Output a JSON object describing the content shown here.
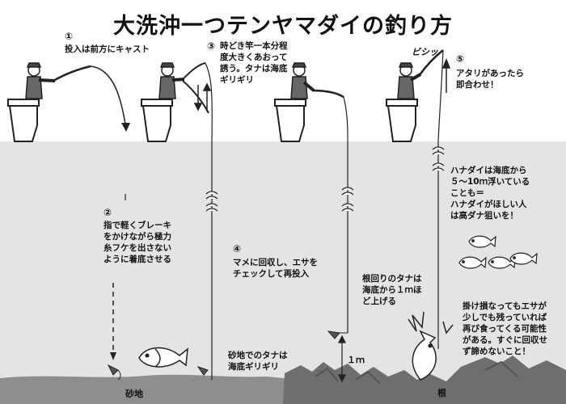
{
  "title": "大洗沖一つテンヤマダイの釣り方",
  "steps": [
    {
      "num": "①",
      "text": "投入は前方にキャスト"
    },
    {
      "num": "②",
      "text": "指で軽くブレーキ\nをかけながら極力\n糸フケを出さない\nように着底させる"
    },
    {
      "num": "③",
      "text": "時どき竿一本分程\n度大きくあおって\n誘う。タナは海底\nギリギリ"
    },
    {
      "num": "④",
      "text": "マメに回収し、エサを\nチェックして再投入"
    },
    {
      "num": "⑤",
      "text": "アタリがあったら\n即合わせ！"
    }
  ],
  "notes": {
    "sand_tana": "砂地でのタナは\n海底ギリギリ",
    "reef_tana": "根回りのタナは\n海底から１ｍほ\nど上げる",
    "hanadai": "ハナダイは海底から\n５～10ｍ浮いている\nことも＝\nハナダイがほしい人\nは高ダナ狙いを！",
    "snag": "掛け損なってもエサが\n少しでも残っていれば\n再び食ってくる可能性\nがある。すぐに回収せ\nず諦めないこと！"
  },
  "labels": {
    "sand": "砂地",
    "reef": "根",
    "one_meter": "１ｍ",
    "strike_sound": "ビシッ"
  }
}
